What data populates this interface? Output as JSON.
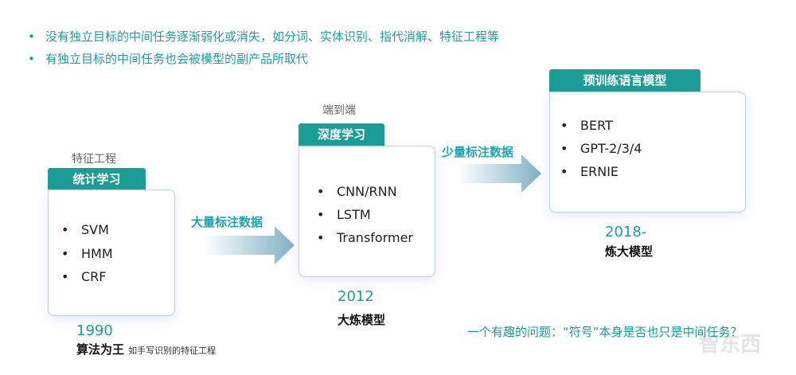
{
  "bullets": [
    "没有独立目标的中间任务逐渐弱化或消失，如分词、实体识别、指代消解、特征工程等",
    "有独立目标的中间任务也会被模型的副产品所取代"
  ],
  "stages": [
    {
      "above": "特征工程",
      "tab": "统计学习",
      "items": [
        "SVM",
        "HMM",
        "CRF"
      ],
      "year": "1990",
      "title": "算法为王",
      "note": "如手写识别的特征工程"
    },
    {
      "above": "端到端",
      "tab": "深度学习",
      "items": [
        "CNN/RNN",
        "LSTM",
        "Transformer"
      ],
      "year": "2012",
      "title": "大炼模型"
    },
    {
      "tab": "预训练语言模型",
      "items": [
        "BERT",
        "GPT-2/3/4",
        "ERNIE"
      ],
      "year": "2018-",
      "title": "炼大模型"
    }
  ],
  "arrows": [
    "大量标注数据",
    "少量标注数据"
  ],
  "question": "一个有趣的问题：“符号”本身是否也只是中间任务？",
  "watermark": "智东西",
  "colors": {
    "accent": "#1a9e96",
    "text_teal": "#1f9e9e"
  }
}
